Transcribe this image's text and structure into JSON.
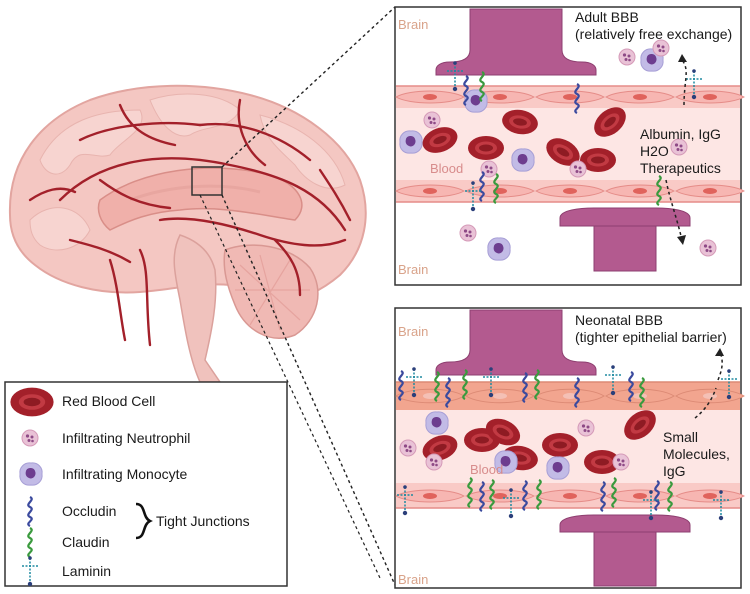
{
  "panel_adult": {
    "title_line1": "Adult BBB",
    "title_line2": "(relatively free exchange)",
    "brain_top": "Brain",
    "brain_bottom": "Brain",
    "blood": "Blood",
    "annotation": [
      "Albumin, IgG",
      "H2O",
      "Therapeutics"
    ]
  },
  "panel_neonatal": {
    "title_line1": "Neonatal BBB",
    "title_line2": "(tighter epithelial barrier)",
    "brain_top": "Brain",
    "brain_bottom": "Brain",
    "blood": "Blood",
    "annotation": [
      "Small",
      "Molecules,",
      "IgG"
    ]
  },
  "legend": {
    "items": [
      {
        "label": "Red Blood Cell",
        "icon": "red-blood-cell-icon"
      },
      {
        "label": "Infiltrating Neutrophil",
        "icon": "neutrophil-icon"
      },
      {
        "label": "Infiltrating Monocyte",
        "icon": "monocyte-icon"
      },
      {
        "label": "Occludin",
        "icon": "occludin-icon"
      },
      {
        "label": "Claudin",
        "icon": "claudin-icon"
      },
      {
        "label": "Laminin",
        "icon": "laminin-icon"
      }
    ],
    "group_label": "Tight Junctions"
  },
  "colors": {
    "rbc": "#a3202a",
    "endothelium": "#f4a9a6",
    "pericyte": "#b35a8f",
    "monocyte": "#b9b0e0",
    "neutrophil": "#e9b9cf",
    "occludin": "#3b4a9e",
    "claudin": "#3a9a3e",
    "laminin": "#1f8aa0"
  }
}
